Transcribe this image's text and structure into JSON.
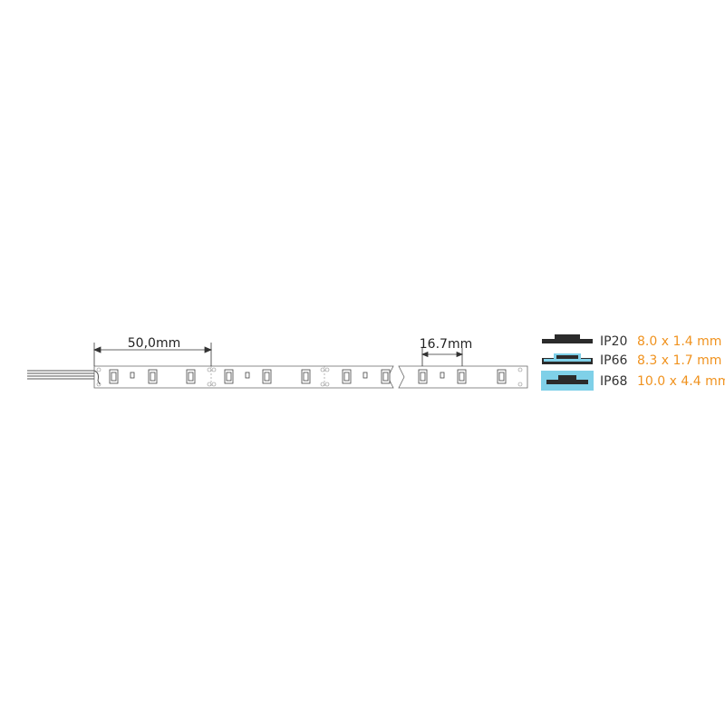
{
  "strip": {
    "pitch_label": "50,0mm",
    "led_spacing_label": "16.7mm"
  },
  "ratings": [
    {
      "code": "IP20",
      "size": "8.0 x 1.4 mm",
      "icon": "ip20-profile-icon"
    },
    {
      "code": "IP66",
      "size": "8.3 x 1.7 mm",
      "icon": "ip66-profile-icon"
    },
    {
      "code": "IP68",
      "size": "10.0 x 4.4 mm",
      "icon": "ip68-profile-icon"
    }
  ],
  "colors": {
    "line": "#444444",
    "size_text": "#f0921e",
    "code_text": "#333333",
    "profile_dark": "#2b2b2b",
    "encapsulation": "#7fd0e8"
  }
}
